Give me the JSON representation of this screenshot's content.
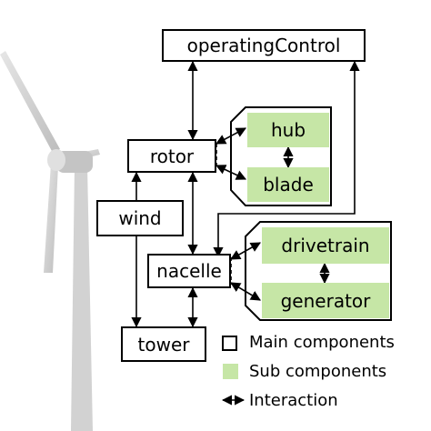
{
  "diagram": {
    "main_components": {
      "operating_control": "operatingControl",
      "rotor": "rotor",
      "wind": "wind",
      "nacelle": "nacelle",
      "tower": "tower"
    },
    "sub_components": {
      "hub": "hub",
      "blade": "blade",
      "drivetrain": "drivetrain",
      "generator": "generator"
    }
  },
  "legend": {
    "main": "Main components",
    "sub": "Sub components",
    "interaction": "Interaction"
  },
  "colors": {
    "sub_fill": "#c6e6a6",
    "line": "#000000"
  },
  "background_image": "wind-turbine"
}
